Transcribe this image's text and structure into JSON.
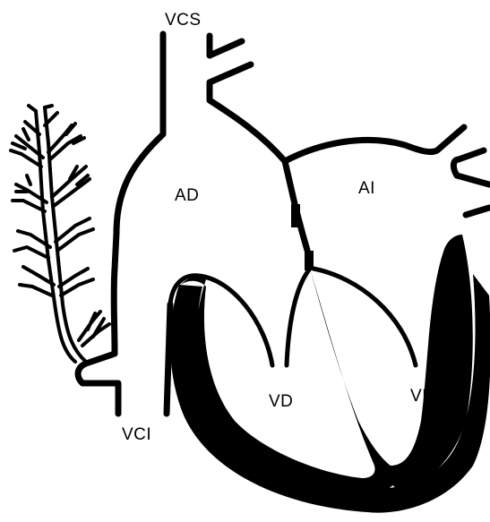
{
  "labels": {
    "vcs": "VCS",
    "ad": "AD",
    "ai": "AI",
    "vd": "VD",
    "vi": "VI",
    "vci": "VCI"
  }
}
